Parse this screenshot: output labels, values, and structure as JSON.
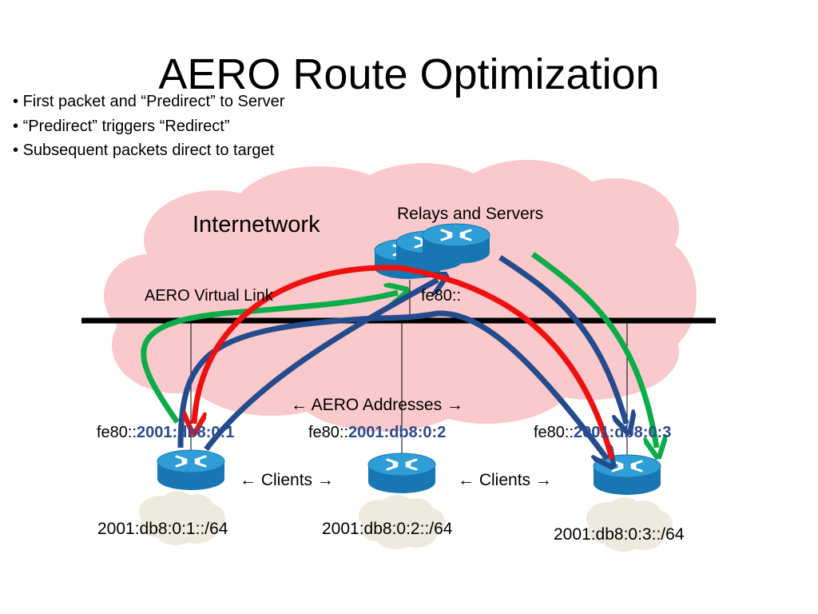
{
  "title": "AERO Route Optimization",
  "bullets": [
    "First packet and “Predirect” to Server",
    "“Predirect” triggers “Redirect”",
    "Subsequent packets direct to target"
  ],
  "labels": {
    "internetwork": "Internetwork",
    "relays_servers": "Relays and Servers",
    "virtual_link": "AERO Virtual Link",
    "server_ll": "fe80::",
    "aero_addresses": "← AERO Addresses →",
    "clients_left": "← Clients →",
    "clients_right": "← Clients →"
  },
  "clients": [
    {
      "ll_prefix": "fe80::",
      "aero_addr": "2001:db8:0:1",
      "prefix": "2001:db8:0:1::/64"
    },
    {
      "ll_prefix": "fe80::",
      "aero_addr": "2001:db8:0:2",
      "prefix": "2001:db8:0:2::/64"
    },
    {
      "ll_prefix": "fe80::",
      "aero_addr": "2001:db8:0:3",
      "prefix": "2001:db8:0:3::/64"
    }
  ],
  "icons": {
    "router": "router-icon",
    "cloud": "cloud-icon"
  },
  "colors": {
    "cloud_fill": "#f9c9cb",
    "router_top": "#2f9ed6",
    "router_body": "#1877b3",
    "small_cloud": "#eeeadd",
    "address_highlight": "#2e4b8c",
    "path_red": "#ee1111",
    "path_green": "#0aad48",
    "path_blue": "#244b8c"
  }
}
